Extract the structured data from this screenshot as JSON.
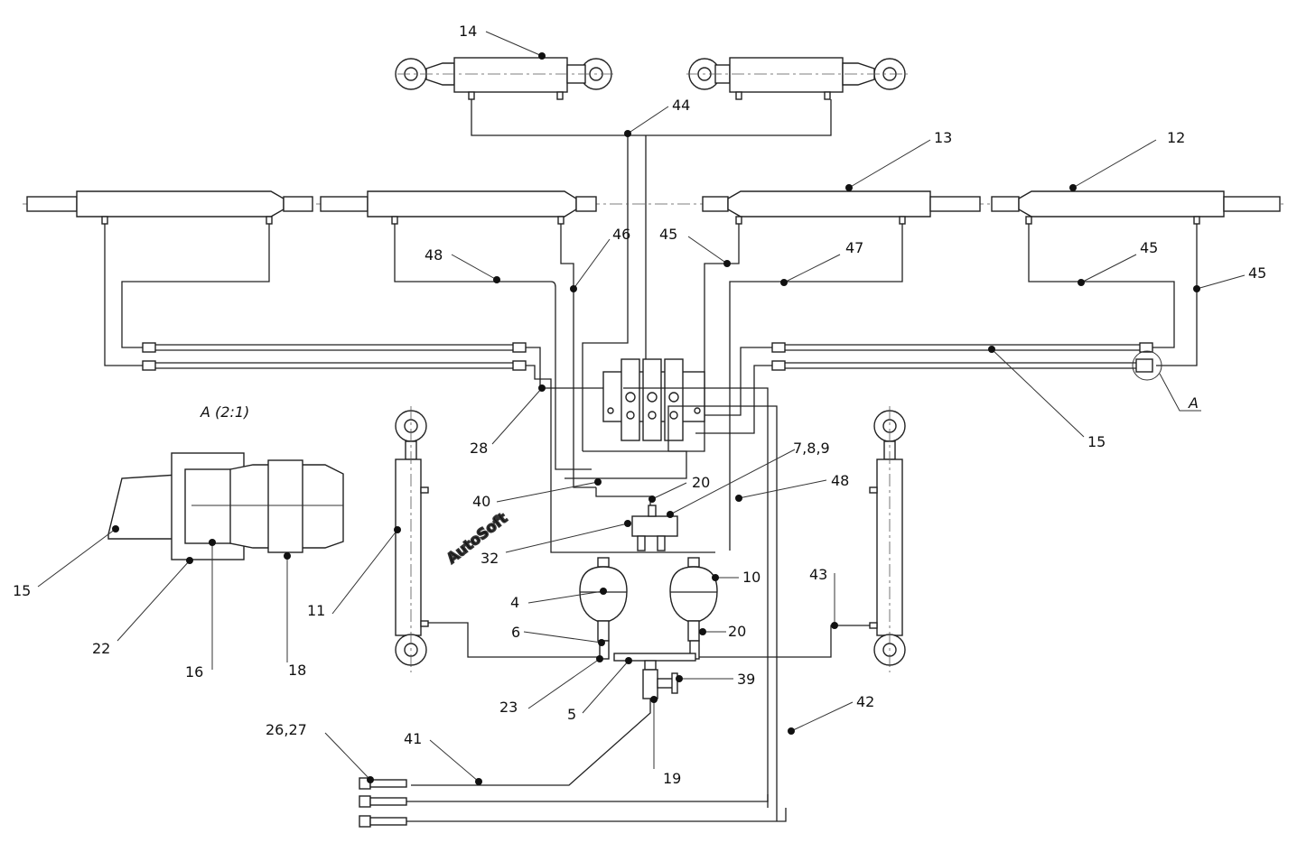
{
  "detail_title": "A (2:1)",
  "detail_marker": "A",
  "watermark": "AutoSoft",
  "callouts": [
    {
      "id": "c14",
      "text": "14"
    },
    {
      "id": "c44",
      "text": "44"
    },
    {
      "id": "c13",
      "text": "13"
    },
    {
      "id": "c12",
      "text": "12"
    },
    {
      "id": "c46",
      "text": "46"
    },
    {
      "id": "c45a",
      "text": "45"
    },
    {
      "id": "c47",
      "text": "47"
    },
    {
      "id": "c45b",
      "text": "45"
    },
    {
      "id": "c45c",
      "text": "45"
    },
    {
      "id": "c48a",
      "text": "48"
    },
    {
      "id": "c15a",
      "text": "15"
    },
    {
      "id": "c28",
      "text": "28"
    },
    {
      "id": "c789",
      "text": "7,8,9"
    },
    {
      "id": "c20a",
      "text": "20"
    },
    {
      "id": "c40",
      "text": "40"
    },
    {
      "id": "c48b",
      "text": "48"
    },
    {
      "id": "c32",
      "text": "32"
    },
    {
      "id": "c10",
      "text": "10"
    },
    {
      "id": "c4",
      "text": "4"
    },
    {
      "id": "c43",
      "text": "43"
    },
    {
      "id": "c6",
      "text": "6"
    },
    {
      "id": "c20b",
      "text": "20"
    },
    {
      "id": "c11",
      "text": "11"
    },
    {
      "id": "c39",
      "text": "39"
    },
    {
      "id": "c23",
      "text": "23"
    },
    {
      "id": "c5",
      "text": "5"
    },
    {
      "id": "c42",
      "text": "42"
    },
    {
      "id": "c2627",
      "text": "26,27"
    },
    {
      "id": "c41",
      "text": "41"
    },
    {
      "id": "c19",
      "text": "19"
    },
    {
      "id": "c15b",
      "text": "15"
    },
    {
      "id": "c22",
      "text": "22"
    },
    {
      "id": "c16",
      "text": "16"
    },
    {
      "id": "c18",
      "text": "18"
    }
  ]
}
